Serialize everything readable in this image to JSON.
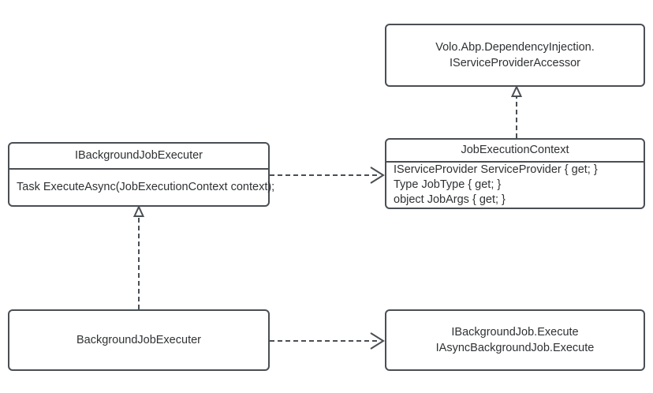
{
  "diagram": {
    "type": "uml-class-diagram",
    "background_color": "#ffffff",
    "stroke_color": "#4a4f54",
    "text_color": "#2f3133",
    "nodes": [
      {
        "id": "service-provider-accessor",
        "kind": "interface",
        "lines": [
          "Volo.Abp.DependencyInjection.",
          "IServiceProviderAccessor"
        ]
      },
      {
        "id": "job-execution-context",
        "kind": "class",
        "title": "JobExecutionContext",
        "members": [
          "IServiceProvider ServiceProvider { get; }",
          "Type JobType { get; }",
          "object JobArgs { get; }"
        ]
      },
      {
        "id": "ibackground-job-executer",
        "kind": "interface",
        "title": "IBackgroundJobExecuter",
        "members": [
          "Task ExecuteAsync(JobExecutionContext context);"
        ]
      },
      {
        "id": "background-job-executer",
        "kind": "class",
        "lines": [
          "BackgroundJobExecuter"
        ]
      },
      {
        "id": "background-job-execute",
        "kind": "note",
        "lines": [
          "IBackgroundJob.Execute",
          "IAsyncBackgroundJob.Execute"
        ]
      }
    ],
    "edges": [
      {
        "id": "realize-job-execution-context-to-accessor",
        "from": "job-execution-context",
        "to": "service-provider-accessor",
        "style": "dashed",
        "arrow": "hollow-triangle",
        "relation": "realization"
      },
      {
        "id": "realize-background-job-executer-to-interface",
        "from": "background-job-executer",
        "to": "ibackground-job-executer",
        "style": "dashed",
        "arrow": "hollow-triangle",
        "relation": "realization"
      },
      {
        "id": "depend-interface-to-job-execution-context",
        "from": "ibackground-job-executer",
        "to": "job-execution-context",
        "style": "dashed",
        "arrow": "open",
        "relation": "dependency"
      },
      {
        "id": "depend-background-job-executer-to-execute",
        "from": "background-job-executer",
        "to": "background-job-execute",
        "style": "dashed",
        "arrow": "open",
        "relation": "dependency"
      }
    ]
  }
}
